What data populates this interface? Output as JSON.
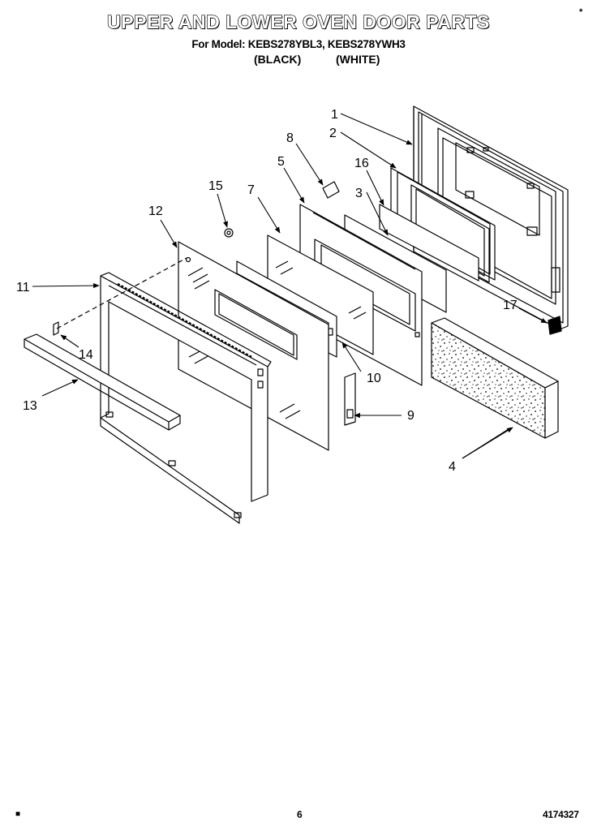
{
  "header": {
    "title": "UPPER AND LOWER OVEN DOOR PARTS",
    "model_line": "For Model: KEBS278YBL3, KEBS278YWH3",
    "color_black": "(BLACK)",
    "color_white": "(WHITE)"
  },
  "corner_marks": {
    "top_right": "*",
    "bottom_left": "■"
  },
  "footer": {
    "page_number": "6",
    "document_number": "4174327"
  },
  "callouts": [
    {
      "id": "c1",
      "label": "1"
    },
    {
      "id": "c2",
      "label": "2"
    },
    {
      "id": "c3",
      "label": "3"
    },
    {
      "id": "c4",
      "label": "4"
    },
    {
      "id": "c5",
      "label": "5"
    },
    {
      "id": "c7",
      "label": "7"
    },
    {
      "id": "c8",
      "label": "8"
    },
    {
      "id": "c9",
      "label": "9"
    },
    {
      "id": "c10",
      "label": "10"
    },
    {
      "id": "c11",
      "label": "11"
    },
    {
      "id": "c12",
      "label": "12"
    },
    {
      "id": "c13",
      "label": "13"
    },
    {
      "id": "c14",
      "label": "14"
    },
    {
      "id": "c15",
      "label": "15"
    },
    {
      "id": "c16",
      "label": "16"
    },
    {
      "id": "c17",
      "label": "17"
    }
  ]
}
